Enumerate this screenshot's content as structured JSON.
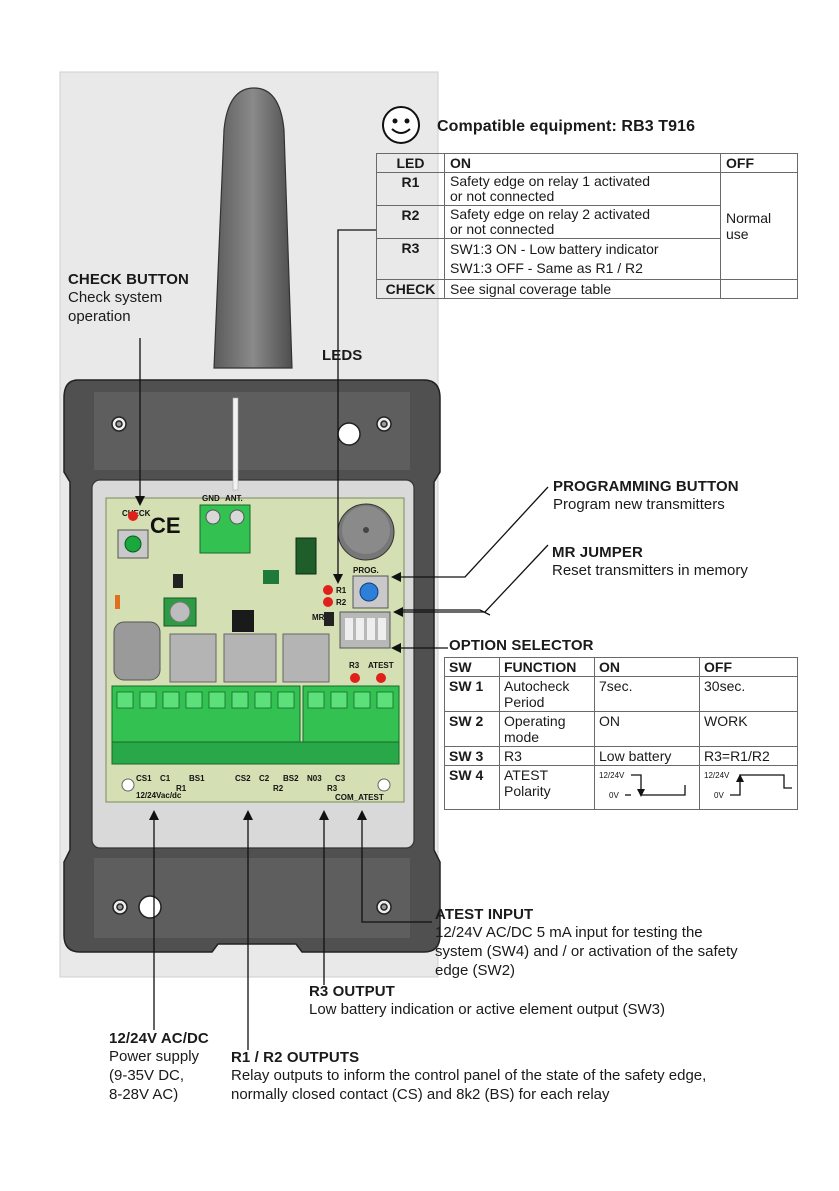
{
  "compatible": {
    "text": "Compatible equipment: RB3 T916",
    "icon": "smiley-icon"
  },
  "led_table": {
    "headers": [
      "LED",
      "ON",
      "OFF"
    ],
    "rows": [
      {
        "led": "R1",
        "on_1": "Safety edge on relay 1 activated",
        "on_2": "or not connected"
      },
      {
        "led": "R2",
        "on_1": "Safety edge on relay 2 activated",
        "on_2": "or not connected"
      },
      {
        "led": "R3",
        "on_1": "SW1:3 ON - Low battery indicator",
        "on_2": "SW1:3 OFF - Same as R1 / R2"
      },
      {
        "led": "CHECK",
        "on_1": "See signal coverage table",
        "on_2": ""
      }
    ],
    "off_merged_1": "Normal",
    "off_merged_2": "use"
  },
  "callouts": {
    "check_button": {
      "title": "CHECK BUTTON",
      "line1": "Check system",
      "line2": "operation"
    },
    "leds": {
      "title": "LEDS"
    },
    "programming": {
      "title": "PROGRAMMING BUTTON",
      "desc": "Program new transmitters"
    },
    "mr_jumper": {
      "title": "MR JUMPER",
      "desc": "Reset transmitters in memory"
    },
    "option_selector": {
      "title": "OPTION SELECTOR"
    },
    "atest_input": {
      "title": "ATEST INPUT",
      "line1": "12/24V AC/DC 5 mA input for testing the",
      "line2": "system (SW4) and / or activation of the safety",
      "line3": "edge (SW2)"
    },
    "r3_output": {
      "title": "R3 OUTPUT",
      "desc": "Low battery indication or active element output (SW3)"
    },
    "power": {
      "title": "12/24V AC/DC",
      "line1": "Power supply",
      "line2": "(9-35V DC,",
      "line3": "8-28V AC)"
    },
    "r1r2_outputs": {
      "title": "R1 / R2 OUTPUTS",
      "line1": "Relay outputs to inform the control panel of the state of the safety edge,",
      "line2": "normally closed contact (CS) and 8k2 (BS) for each relay"
    }
  },
  "option_table": {
    "headers": [
      "SW",
      "FUNCTION",
      "ON",
      "OFF"
    ],
    "rows": [
      {
        "sw": "SW 1",
        "func_1": "Autocheck",
        "func_2": "Period",
        "on": "7sec.",
        "off": "30sec."
      },
      {
        "sw": "SW 2",
        "func_1": "Operating",
        "func_2": "mode",
        "on": "ON",
        "off": "WORK"
      },
      {
        "sw": "SW 3",
        "func_1": "R3",
        "func_2": "",
        "on": "Low battery",
        "off": "R3=R1/R2"
      },
      {
        "sw": "SW 4",
        "func_1": "ATEST",
        "func_2": "Polarity",
        "on": "",
        "off": ""
      }
    ],
    "wave_high": "12/24V",
    "wave_low": "0V"
  },
  "board_labels": {
    "gnd": "GND",
    "ant": "ANT.",
    "check": "CHECK",
    "ce": "CE",
    "prog": "PROG.",
    "r1": "R1",
    "r2": "R2",
    "mr": "MR",
    "r3": "R3",
    "atest": "ATEST",
    "cs1": "CS1",
    "c1": "C1",
    "bs1": "BS1",
    "r1_under": "R1",
    "cs2": "CS2",
    "c2": "C2",
    "bs2": "BS2",
    "r2_under": "R2",
    "no3": "N03",
    "c3": "C3",
    "r3_under": "R3",
    "com_atest": "COM_ATEST",
    "supply": "12/24Vac/dc"
  },
  "colors": {
    "terminal": "#33c152",
    "housing": "#4a4a4a",
    "pcb": "#d4dfb4",
    "led": "#e0201a"
  }
}
